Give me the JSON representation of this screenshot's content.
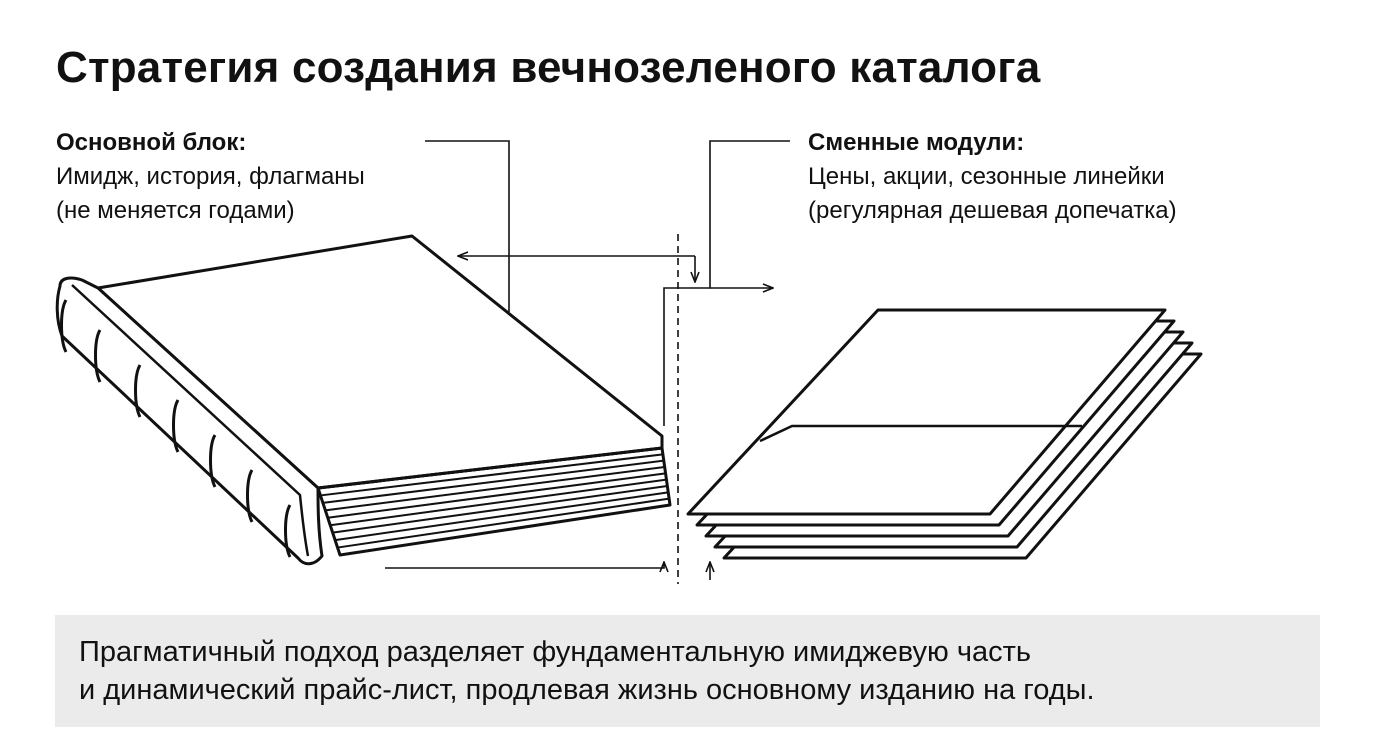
{
  "title": "Стратегия создания вечнозеленого каталога",
  "left_block": {
    "heading": "Основной блок:",
    "line1": "Имидж, история, флагманы",
    "line2": "(не меняется годами)"
  },
  "right_block": {
    "heading": "Сменные модули:",
    "line1": "Цены, акции, сезонные линейки",
    "line2": "(регулярная дешевая допечатка)"
  },
  "caption": {
    "line1": "Прагматичный подход разделяет фундаментальную имиджевую часть",
    "line2": "и динамический прайс-лист, продлевая жизнь основному изданию на годы."
  },
  "colors": {
    "ink": "#111111",
    "caption_bg": "#ebebeb"
  },
  "icons": [
    "book-icon",
    "loose-sheets-icon",
    "arrow-icon"
  ]
}
